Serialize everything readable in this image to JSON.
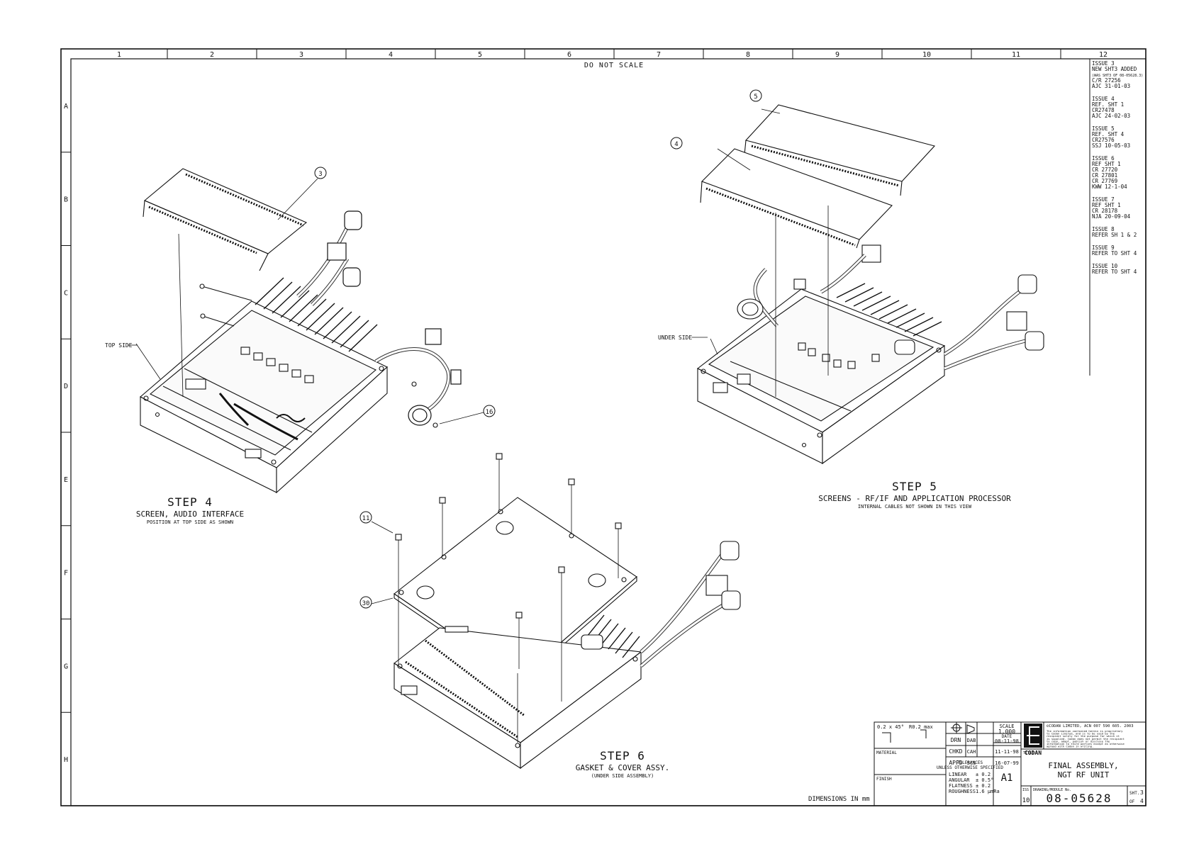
{
  "sheet": {
    "note_top": "DO NOT SCALE",
    "columns": [
      "1",
      "2",
      "3",
      "4",
      "5",
      "6",
      "7",
      "8",
      "9",
      "10",
      "11",
      "12"
    ],
    "rows": [
      "A",
      "B",
      "C",
      "D",
      "E",
      "F",
      "G",
      "H"
    ],
    "dimensions_note": "DIMENSIONS IN mm"
  },
  "issues": [
    {
      "lines": [
        "ISSUE 3",
        "NEW SHT3 ADDED",
        "(WAS SHT3 OF 08-05628.3)",
        "C/R 27256",
        "AJC    31-01-03"
      ]
    },
    {
      "lines": [
        "ISSUE 4",
        "REF. SHT 1",
        "CR27478",
        "AJC      24-02-03"
      ]
    },
    {
      "lines": [
        "ISSUE 5",
        "REF. SHT 4",
        "CR27576",
        "SSJ      10-05-03"
      ]
    },
    {
      "lines": [
        "ISSUE 6",
        "REF SHT 1",
        "CR 27720",
        "CR 27801",
        "CR 27769",
        "KWW    12-1-04"
      ]
    },
    {
      "lines": [
        "ISSUE 7",
        "REF SHT 1",
        "CR 28178",
        "NJA 20-09-04"
      ]
    },
    {
      "lines": [
        "ISSUE 8",
        "REFER SH 1 & 2"
      ]
    },
    {
      "lines": [
        "ISSUE 9",
        "REFER TO SHT 4"
      ]
    },
    {
      "lines": [
        "ISSUE 10",
        "REFER TO SHT 4"
      ]
    }
  ],
  "steps": {
    "step4": {
      "title": "STEP 4",
      "subtitle": "SCREEN, AUDIO INTERFACE",
      "note": "POSITION AT TOP SIDE AS SHOWN",
      "side_label": "TOP SIDE",
      "balloons": [
        "3",
        "16"
      ]
    },
    "step5": {
      "title": "STEP 5",
      "subtitle": "SCREENS - RF/IF AND APPLICATION PROCESSOR",
      "note": "INTERNAL CABLES NOT SHOWN IN THIS VIEW",
      "side_label": "UNDER SIDE",
      "balloons": [
        "5",
        "4"
      ]
    },
    "step6": {
      "title": "STEP 6",
      "subtitle": "GASKET & COVER ASSY.",
      "note": "(UNDER SIDE ASSEMBLY)",
      "balloons": [
        "11",
        "30"
      ]
    }
  },
  "title_block": {
    "edge_break": "0.2 x 45°",
    "radius": "R0.2 max",
    "material_label": "MATERIAL",
    "finish_label": "FINISH",
    "scale_label": "SCALE",
    "scale_value": "1.000",
    "date_label": "DATE",
    "signoff": [
      {
        "role": "DRN",
        "initials": "DAB",
        "date": "08-11-98"
      },
      {
        "role": "CHKD",
        "initials": "CAH",
        "date": "11-11-98"
      },
      {
        "role": "APPD",
        "initials": "SCS",
        "date": "16-07-99"
      }
    ],
    "tolerances_title": "TOLERANCES",
    "tolerances_sub": "UNLESS OTHERWISE SPECIFIED",
    "tolerances": [
      {
        "name": "LINEAR",
        "value": "± 0.2"
      },
      {
        "name": "ANGULAR",
        "value": "± 0.5°"
      },
      {
        "name": "FLATNESS",
        "value": "± 0.2"
      },
      {
        "name": "ROUGHNESS",
        "value": "1.6 µmRa"
      }
    ],
    "company_logo": "CODAN",
    "copyright": "©CODAN LIMITED, ACN 007 590 605.  2003",
    "notice": [
      "The information contained herein is proprietary",
      "to Codan Limited, and is to be used by the",
      "recipient solely for the purpose for which it",
      "is supplied. Codan does not permit the recipient",
      "to copy, adapt, publish or disclose the",
      "information to third parties except as otherwise",
      "agreed with Codan in writing."
    ],
    "size": "A1",
    "title_label": "TITLE",
    "title_line1": "FINAL ASSEMBLY,",
    "title_line2": "NGT RF UNIT",
    "iss_label": "ISS",
    "issue": "10",
    "drawing_no_label": "DRAWING/MODULE No.",
    "drawing_no": "08-05628",
    "sheet_label": "SHT.",
    "sheet_no": "3",
    "of_label": "OF",
    "sheet_total": "4"
  }
}
